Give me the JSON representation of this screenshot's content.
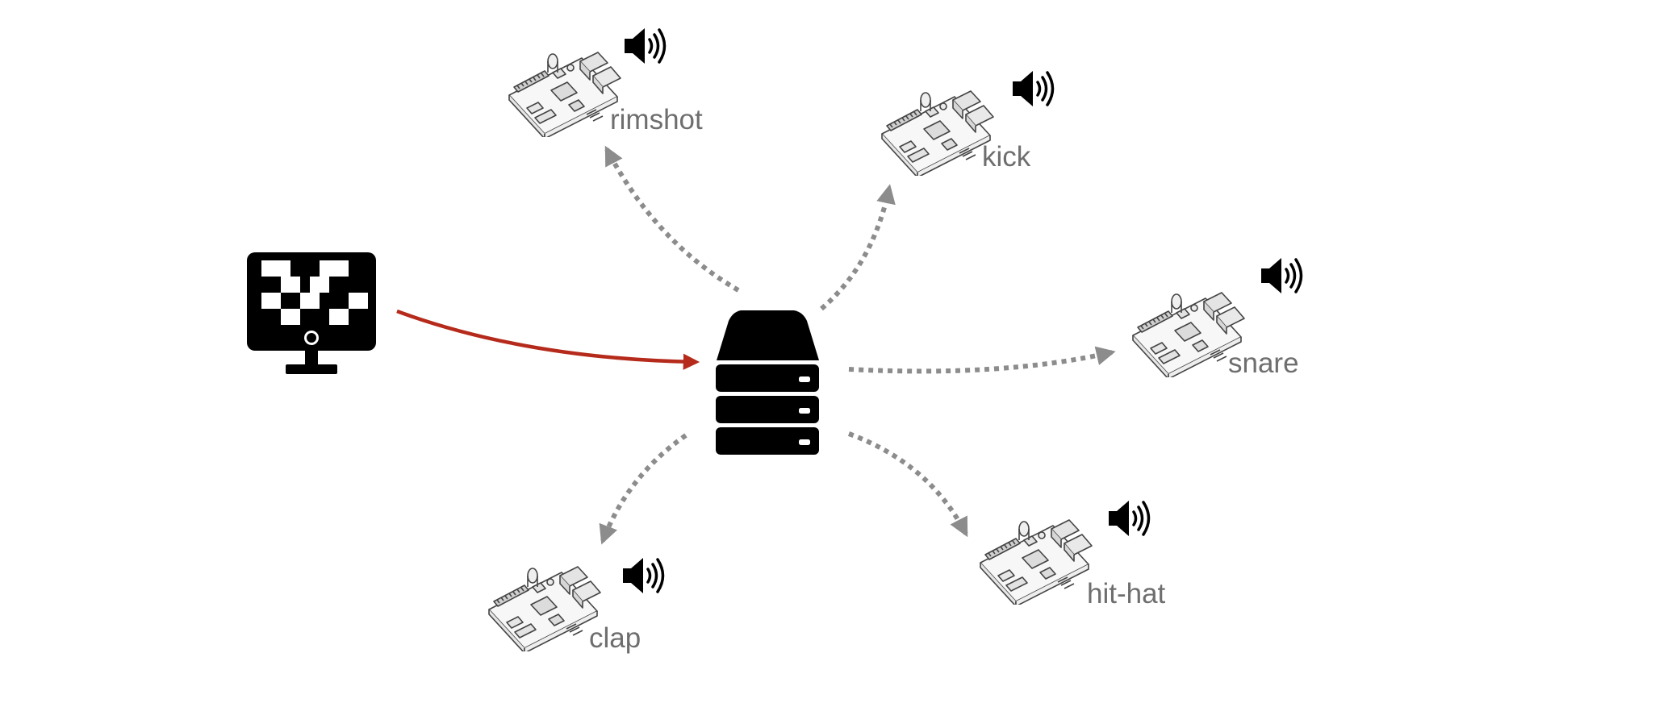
{
  "colors": {
    "background": "#ffffff",
    "solid_arrow": "#b52a1b",
    "dotted_arrow": "#8c8c8c",
    "label": "#6e6e6e",
    "icon": "#000000"
  },
  "controller": {
    "icon": "monitor-with-sequencer-grid-icon"
  },
  "server": {
    "icon": "server-stack-icon"
  },
  "devices": [
    {
      "label": "rimshot",
      "icon": "raspberry-pi-board-icon",
      "speaker_icon": "speaker-icon"
    },
    {
      "label": "kick",
      "icon": "raspberry-pi-board-icon",
      "speaker_icon": "speaker-icon"
    },
    {
      "label": "snare",
      "icon": "raspberry-pi-board-icon",
      "speaker_icon": "speaker-icon"
    },
    {
      "label": "hit-hat",
      "icon": "raspberry-pi-board-icon",
      "speaker_icon": "speaker-icon"
    },
    {
      "label": "clap",
      "icon": "raspberry-pi-board-icon",
      "speaker_icon": "speaker-icon"
    }
  ]
}
